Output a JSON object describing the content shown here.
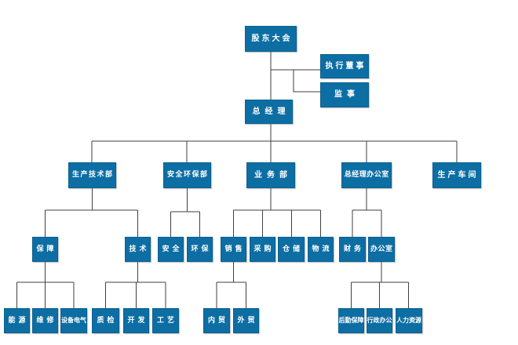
{
  "diagram_type": "org-chart",
  "colors": {
    "node_fill": "#0d6ea4",
    "node_border": "#0b608f",
    "node_text": "#ffffff",
    "connector": "#3f3f3f",
    "background": "#ffffff"
  },
  "nodes": {
    "shareholders": {
      "label": "股东大会"
    },
    "executive_director": {
      "label": "执行董事"
    },
    "supervisor": {
      "label": "监事"
    },
    "general_manager": {
      "label": "总经理"
    },
    "production_tech_dept": {
      "label": "生产技术部"
    },
    "safety_env_dept": {
      "label": "安全环保部"
    },
    "business_dept": {
      "label": "业务部"
    },
    "gm_office": {
      "label": "总经理办公室"
    },
    "production_workshop": {
      "label": "生产车间"
    },
    "support": {
      "label": "保障"
    },
    "technology": {
      "label": "技术"
    },
    "safety": {
      "label": "安全"
    },
    "env_protection": {
      "label": "环保"
    },
    "sales": {
      "label": "销售"
    },
    "purchasing": {
      "label": "采购"
    },
    "warehousing": {
      "label": "仓储"
    },
    "logistics": {
      "label": "物流"
    },
    "finance": {
      "label": "财务"
    },
    "office": {
      "label": "办公室"
    },
    "energy": {
      "label": "能源"
    },
    "maintenance": {
      "label": "维修"
    },
    "equipment_electrical": {
      "label": "设备电气"
    },
    "quality_inspection": {
      "label": "质检"
    },
    "development": {
      "label": "开发"
    },
    "process": {
      "label": "工艺"
    },
    "domestic_trade": {
      "label": "内贸"
    },
    "foreign_trade": {
      "label": "外贸"
    },
    "logistics_support": {
      "label": "后勤保障"
    },
    "admin_office": {
      "label": "行政办公"
    },
    "human_resources": {
      "label": "人力资源"
    }
  },
  "structure": {
    "股东大会": [
      "执行董事",
      "监事",
      "总经理"
    ],
    "总经理": [
      "生产技术部",
      "安全环保部",
      "业务部",
      "总经理办公室",
      "生产车间"
    ],
    "生产技术部": [
      "保障",
      "技术"
    ],
    "安全环保部": [
      "安全",
      "环保"
    ],
    "业务部": [
      "销售",
      "采购",
      "仓储",
      "物流"
    ],
    "总经理办公室": [
      "财务",
      "办公室"
    ],
    "保障": [
      "能源",
      "维修",
      "设备电气"
    ],
    "技术": [
      "质检",
      "开发",
      "工艺"
    ],
    "销售": [
      "内贸",
      "外贸"
    ],
    "办公室": [
      "后勤保障",
      "行政办公",
      "人力资源"
    ]
  }
}
